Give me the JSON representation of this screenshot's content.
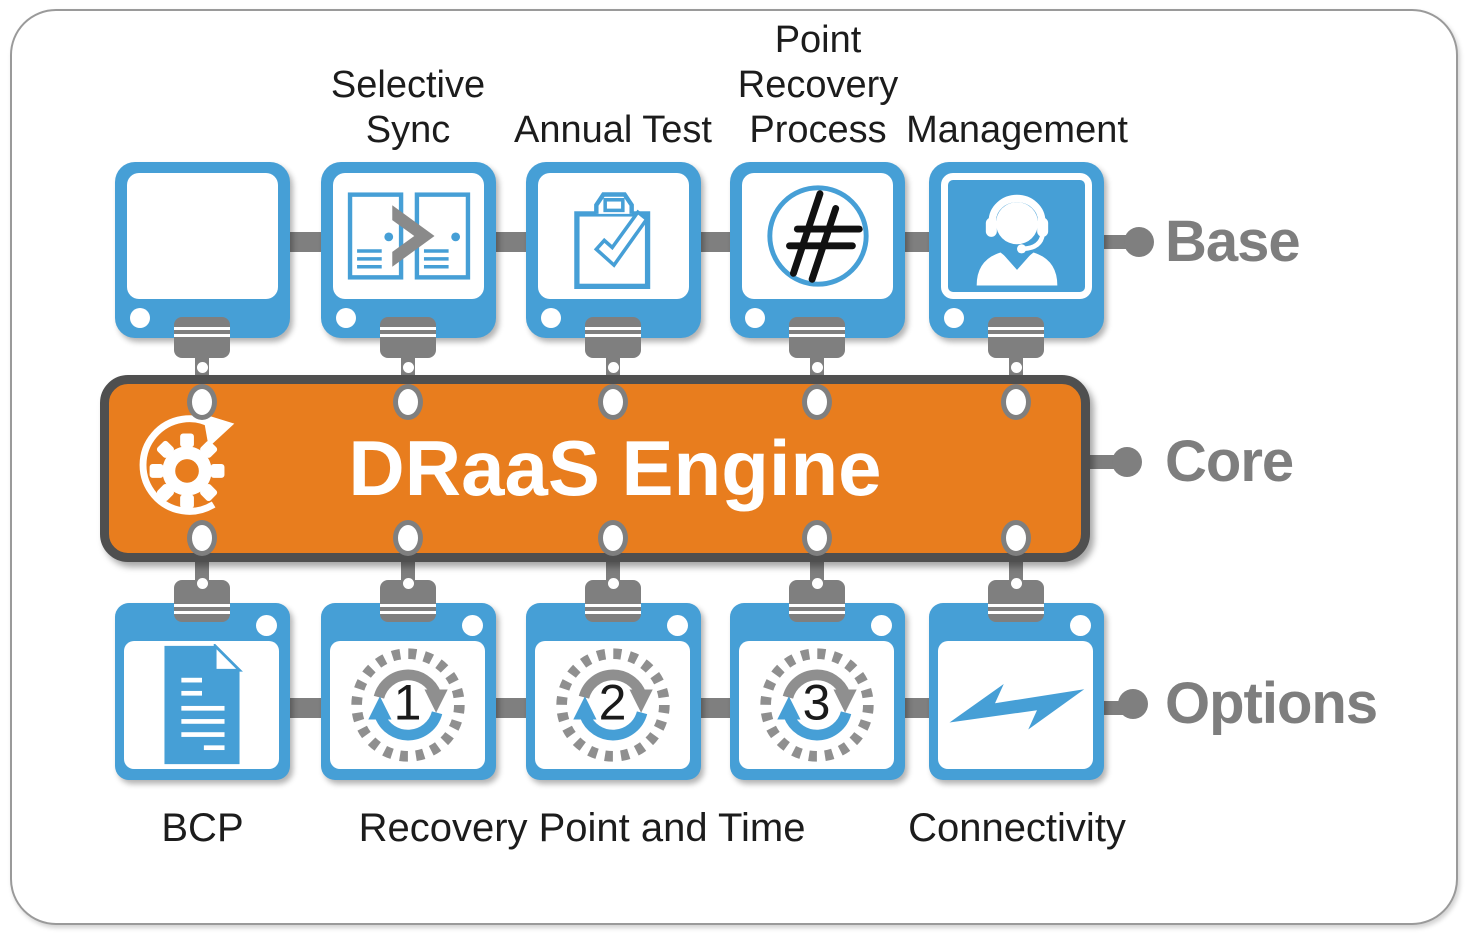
{
  "engine": {
    "title": "DRaaS Engine",
    "icon": "gear-sync-icon"
  },
  "rows": {
    "base": {
      "label": "Base"
    },
    "core": {
      "label": "Core"
    },
    "options": {
      "label": "Options"
    }
  },
  "base_row": {
    "items": [
      {
        "label": "",
        "icon": "blank-screen"
      },
      {
        "label": "Selective\nSync",
        "icon": "selective-sync-icon"
      },
      {
        "label": "Annual Test",
        "icon": "annual-test-icon"
      },
      {
        "label": "Point\nRecovery\nProcess",
        "icon": "point-recovery-icon"
      },
      {
        "label": "Management",
        "icon": "support-agent-icon"
      }
    ]
  },
  "options_row": {
    "group_label": "Recovery Point and Time",
    "items": [
      {
        "label": "BCP",
        "icon": "bcp-document-icon"
      },
      {
        "label": "",
        "icon": "recovery-cycle-icon",
        "number": "1"
      },
      {
        "label": "",
        "icon": "recovery-cycle-icon",
        "number": "2"
      },
      {
        "label": "",
        "icon": "recovery-cycle-icon",
        "number": "3"
      },
      {
        "label": "Connectivity",
        "icon": "lightning-icon"
      }
    ]
  },
  "colors": {
    "blue": "#469FD6",
    "orange": "#E87D1E",
    "bar_border": "#4F4F4F",
    "connector_gray": "#7F7F7F",
    "row_label_gray": "#7E7E7E",
    "text_black": "#1C1C1C"
  }
}
